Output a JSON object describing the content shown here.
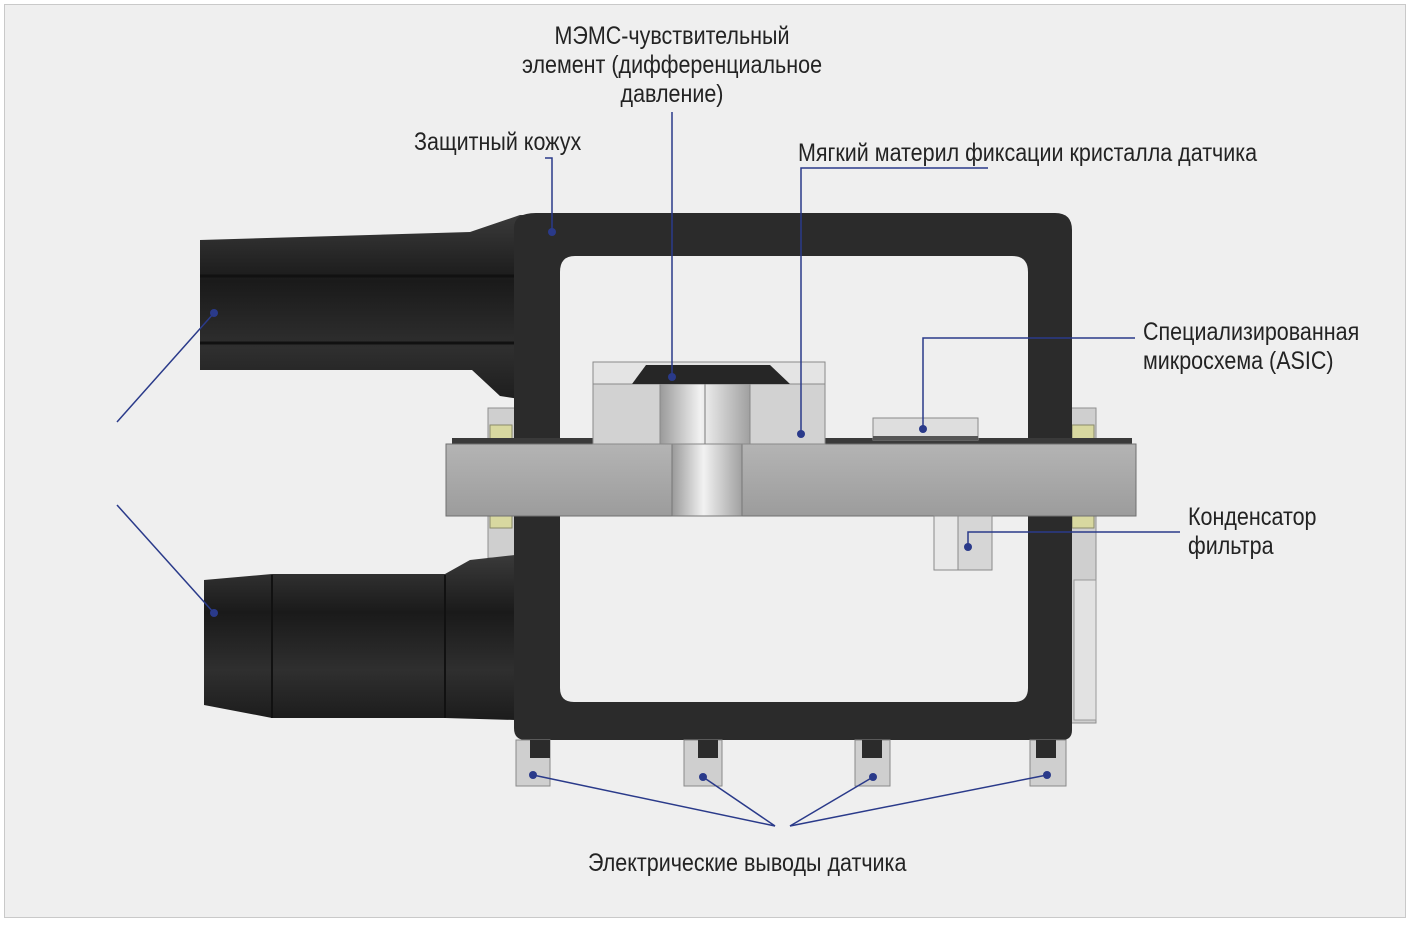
{
  "labels": {
    "mems": [
      "МЭМС-чувствительный",
      "элемент (дифференциальное",
      "давление)"
    ],
    "housing": "Защитный кожух",
    "soft_material": "Мягкий материл фиксации кристалла датчика",
    "asic": [
      "Специализированная",
      "микросхема (ASIC)"
    ],
    "capacitor": [
      "Конденсатор",
      "фильтра"
    ],
    "leads": "Электрические выводы датчика"
  },
  "colors": {
    "background": "#efefef",
    "housing": "#2b2b2b",
    "board": "#a6a6a6",
    "leader": "#2a3a8a",
    "text": "#232323"
  }
}
